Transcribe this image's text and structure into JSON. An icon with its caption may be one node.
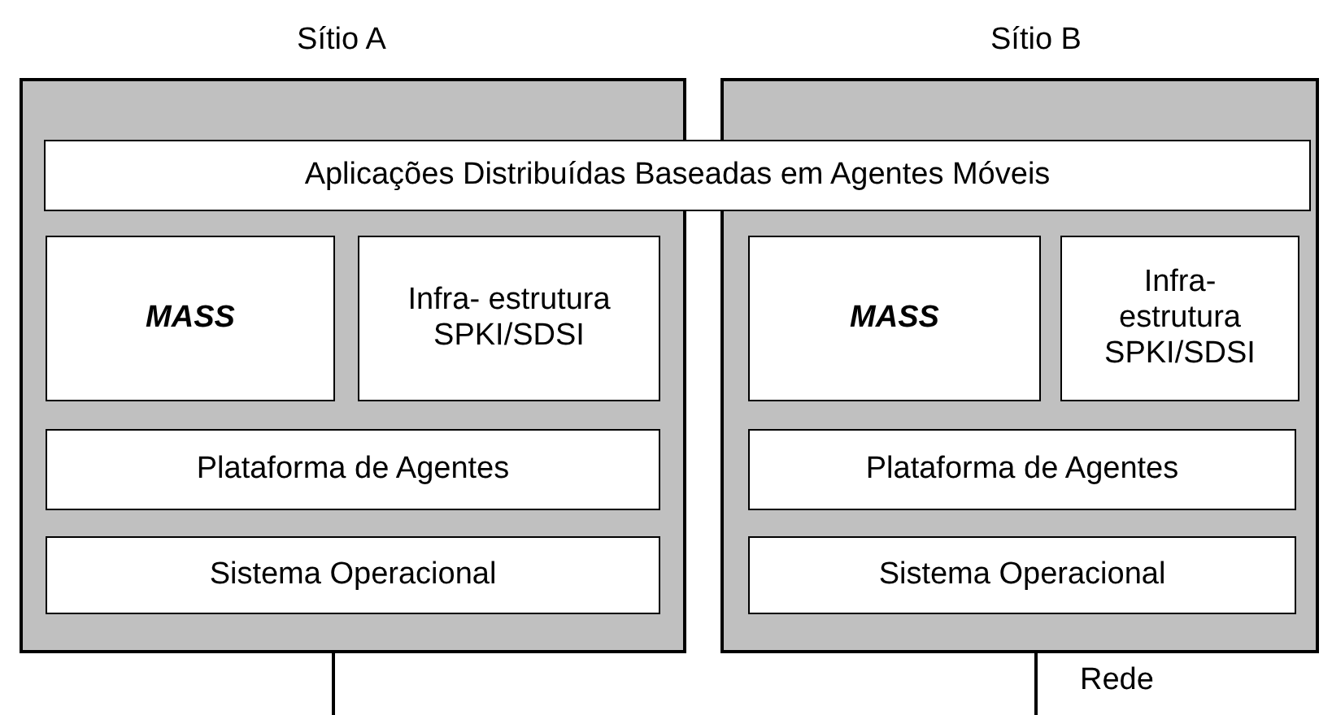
{
  "diagram": {
    "nodes": [
      {
        "text": [
          "Sítio A"
        ]
      },
      {
        "text": [
          "Sítio B"
        ]
      },
      {
        "text": [
          "Aplicações Distribuídas Baseadas em Agentes Móveis"
        ]
      },
      {
        "text": [
          "MASS"
        ],
        "in": 0
      },
      {
        "text": [
          "Infra- estrutura SPKI/SDSI"
        ],
        "in": 0
      },
      {
        "text": [
          "Plataforma de Agentes"
        ],
        "in": 0
      },
      {
        "text": [
          "Sistema Operacional"
        ],
        "in": 0
      },
      {
        "text": [
          "MASS"
        ],
        "in": 1
      },
      {
        "text": [
          "Infra- estrutura SPKI/SDSI"
        ],
        "in": 1
      },
      {
        "text": [
          "Plataforma de Agentes"
        ],
        "in": 1
      },
      {
        "text": [
          "Sistema Operacional"
        ],
        "in": 1
      }
    ],
    "edges": [
      {
        "from": 0,
        "to": null,
        "arrow": "none"
      },
      {
        "from": 1,
        "to": null,
        "arrow": "none"
      }
    ],
    "labels": [
      "Rede"
    ]
  }
}
